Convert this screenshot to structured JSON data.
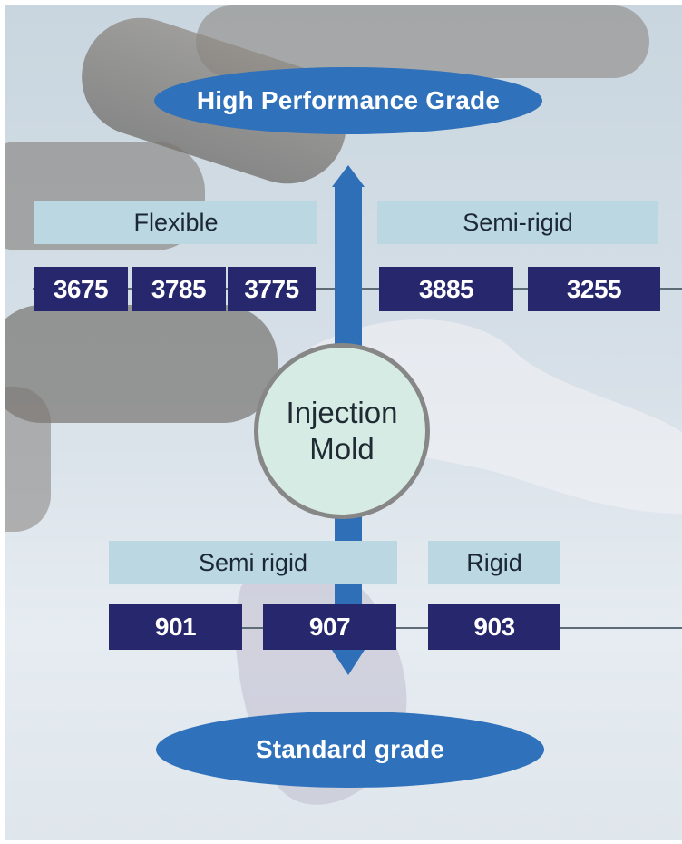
{
  "top_grade": "High Performance Grade",
  "bottom_grade": "Standard grade",
  "center": {
    "line1": "Injection",
    "line2": "Mold"
  },
  "upper_categories": [
    "Flexible",
    "Semi-rigid"
  ],
  "upper_codes": [
    "3675",
    "3785",
    "3775",
    "3885",
    "3255"
  ],
  "lower_categories": [
    "Semi rigid",
    "Rigid"
  ],
  "lower_codes": [
    "901",
    "907",
    "903"
  ],
  "colors": {
    "oval": "#2f71bb",
    "arrow": "#2e6fb7",
    "code_box": "#27276d",
    "category_box": "#bad7e2",
    "circle": "#d6ebe3"
  }
}
